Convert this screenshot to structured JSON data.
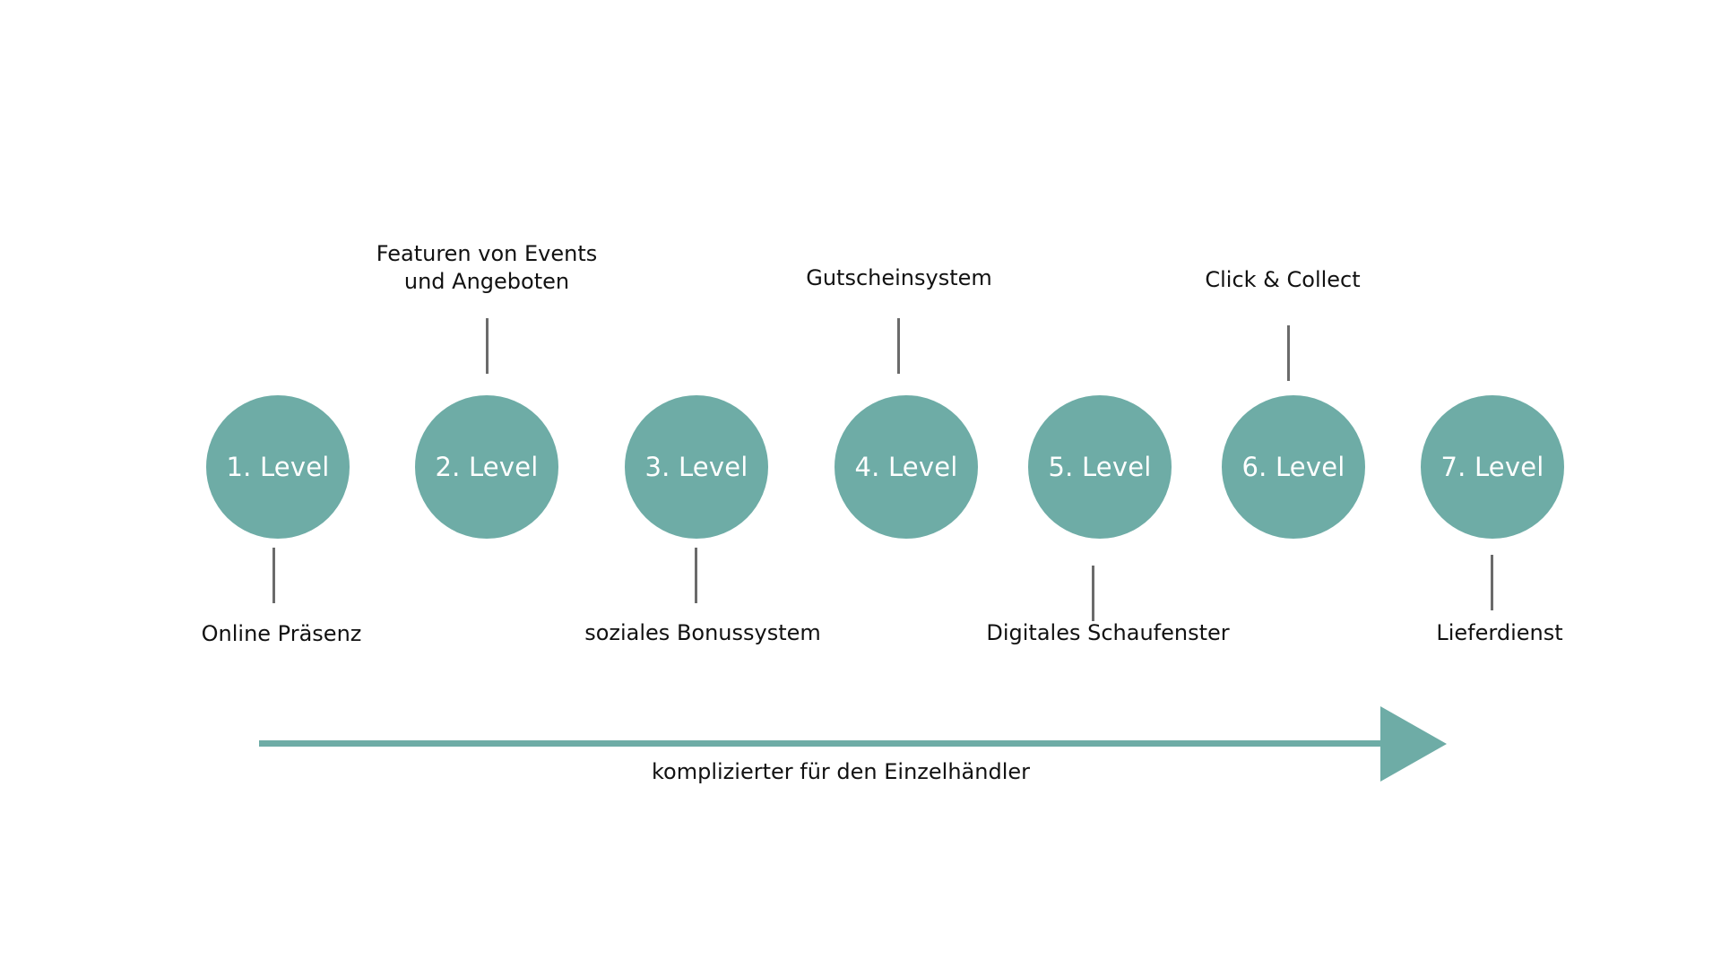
{
  "levels": [
    {
      "label": "1. Level",
      "feature": [
        "Online Präsenz"
      ]
    },
    {
      "label": "2. Level",
      "feature": [
        "Featuren von Events",
        "und Angeboten"
      ]
    },
    {
      "label": "3. Level",
      "feature": [
        "soziales Bonussystem"
      ]
    },
    {
      "label": "4. Level",
      "feature": [
        "Gutscheinsystem"
      ]
    },
    {
      "label": "5. Level",
      "feature": [
        "Digitales Schaufenster"
      ]
    },
    {
      "label": "6. Level",
      "feature": [
        "Click & Collect"
      ]
    },
    {
      "label": "7. Level",
      "feature": [
        "Lieferdienst"
      ]
    }
  ],
  "arrow": {
    "label": "komplizierter für den Einzelhändler"
  },
  "colors": {
    "accent": "#6eaca6",
    "connector": "#6b6b6b",
    "text": "#111111"
  }
}
